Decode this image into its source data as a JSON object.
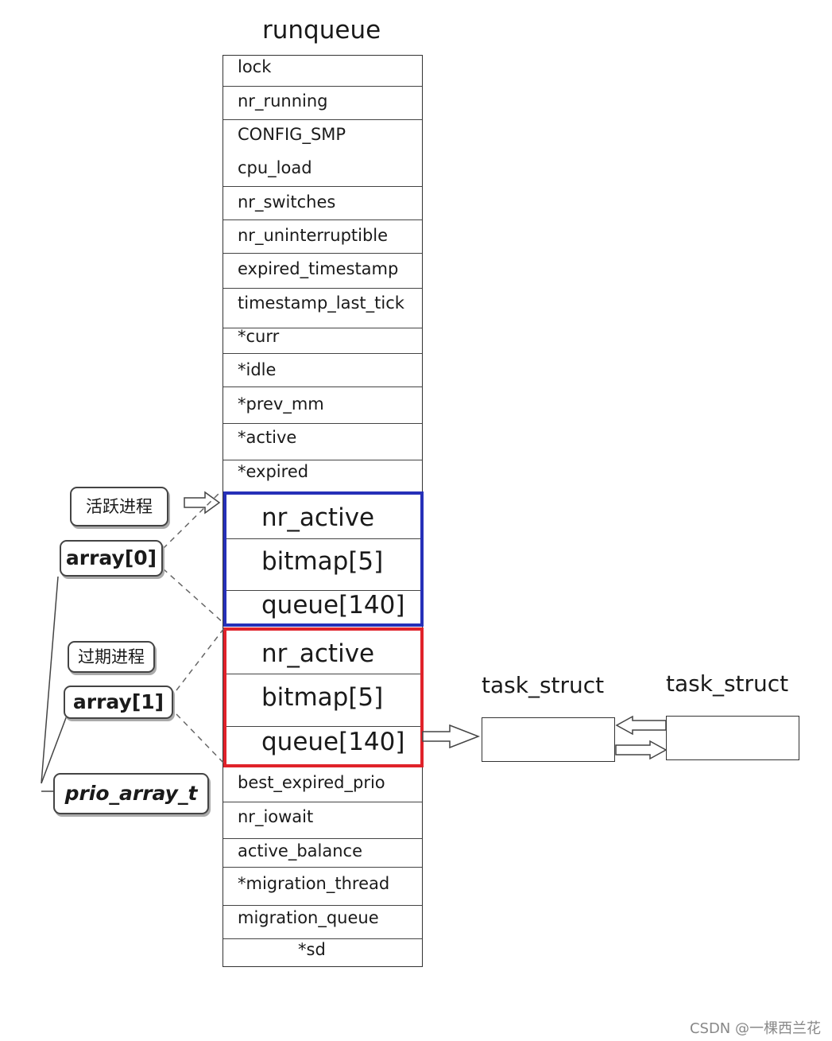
{
  "title": "runqueue",
  "fields_top": [
    "lock",
    "nr_running",
    "CONFIG_SMP",
    "cpu_load",
    "nr_switches",
    "nr_uninterruptible",
    "expired_timestamp",
    "timestamp_last_tick",
    "*curr",
    "*idle",
    "*prev_mm",
    "*active",
    "*expired"
  ],
  "active_array": [
    "nr_active",
    "bitmap[5]",
    "queue[140]"
  ],
  "expired_array": [
    "nr_active",
    "bitmap[5]",
    "queue[140]"
  ],
  "fields_bottom": [
    "best_expired_prio",
    "nr_iowait",
    "active_balance",
    "*migration_thread",
    "migration_queue",
    "*sd"
  ],
  "callouts": {
    "active_process": "活跃进程",
    "array0": "array[0]",
    "expired_process": "过期进程",
    "array1": "array[1]",
    "prio_array_t": "prio_array_t"
  },
  "task_structs": [
    "task_struct",
    "task_struct"
  ],
  "watermark": "CSDN @一棵西兰花",
  "colors": {
    "active_border": "#2630b8",
    "expired_border": "#e0222a"
  }
}
